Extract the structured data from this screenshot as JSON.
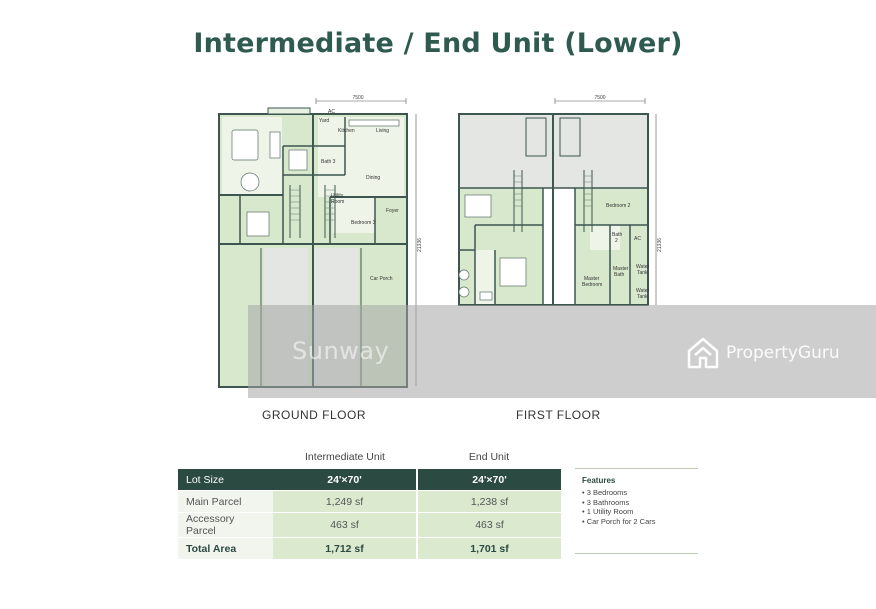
{
  "title": "Intermediate / End Unit (Lower)",
  "plans": {
    "ground": {
      "label": "GROUND FLOOR",
      "dim_width": "7500",
      "dim_depth": "21336",
      "rooms": {
        "ac": "AC",
        "yard": "Yard",
        "kitchen": "Kitchen",
        "living": "Living",
        "bath3": "Bath 3",
        "dining": "Dining",
        "utility_1": "Utility",
        "utility_2": "Room",
        "bedroom3": "Bedroom 3",
        "foyer": "Foyer",
        "car_porch": "Car Porch"
      }
    },
    "first": {
      "label": "FIRST FLOOR",
      "dim_width": "7500",
      "dim_depth": "21336",
      "rooms": {
        "bedroom2": "Bedroom 2",
        "bath2_1": "Bath",
        "bath2_2": "2",
        "ac": "AC",
        "master_bath_1": "Master",
        "master_bath_2": "Bath",
        "master_bedroom_1": "Master",
        "master_bedroom_2": "Bedroom",
        "water_tank_a_1": "Water",
        "water_tank_a_2": "Tank",
        "water_tank_b_1": "Water",
        "water_tank_b_2": "Tank"
      }
    }
  },
  "watermarks": {
    "sunway": "Sunway",
    "propertyguru": "PropertyGuru"
  },
  "table": {
    "columns": [
      "",
      "Intermediate Unit",
      "End Unit"
    ],
    "lot_size": {
      "label": "Lot Size",
      "intermediate": "24'×70'",
      "end": "24'×70'"
    },
    "rows": [
      {
        "label": "Main Parcel",
        "intermediate": "1,249 sf",
        "end": "1,238 sf"
      },
      {
        "label": "Accessory Parcel",
        "intermediate": "463 sf",
        "end": "463 sf"
      }
    ],
    "total": {
      "label": "Total Area",
      "intermediate": "1,712 sf",
      "end": "1,701 sf"
    }
  },
  "features": {
    "heading": "Features",
    "items": [
      "3 Bedrooms",
      "3 Bathrooms",
      "1 Utility Room",
      "Car Porch for 2 Cars"
    ]
  },
  "colors": {
    "title": "#2e5a4f",
    "table_header": "#2b4a42",
    "plan_green": "#d8e8cc",
    "wall": "#3d5650"
  }
}
